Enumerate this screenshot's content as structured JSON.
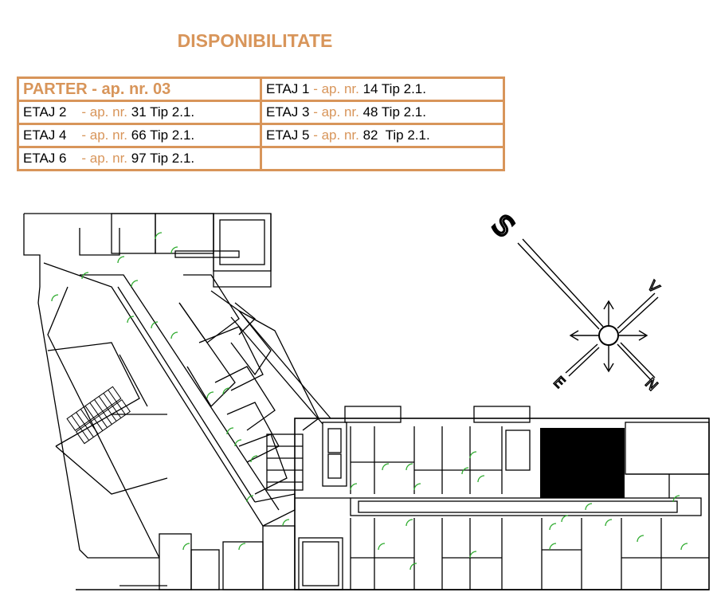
{
  "title": "DISPONIBILITATE",
  "rows": [
    [
      {
        "floor": "PARTER",
        "sep": " - ap. nr. 03",
        "num": "",
        "type": ""
      },
      {
        "floor": "ETAJ 1",
        "sep": " - ap. nr. ",
        "num": "14",
        "type": " Tip 2.1."
      }
    ],
    [
      {
        "floor": "ETAJ  2",
        "sep": "    - ap. nr. ",
        "num": "31",
        "type": " Tip 2.1."
      },
      {
        "floor": "ETAJ 3",
        "sep": " - ap. nr. ",
        "num": "48",
        "type": " Tip 2.1."
      }
    ],
    [
      {
        "floor": "ETAJ  4",
        "sep": "    - ap. nr. ",
        "num": "66",
        "type": " Tip 2.1."
      },
      {
        "floor": "ETAJ 5",
        "sep": " - ap. nr. ",
        "num": "82",
        "type": "  Tip 2.1."
      }
    ],
    [
      {
        "floor": "ETAJ  6",
        "sep": "    - ap. nr. ",
        "num": "97",
        "type": " Tip 2.1."
      },
      {
        "floor": "",
        "sep": "",
        "num": "",
        "type": ""
      }
    ]
  ],
  "compass": {
    "south": "S",
    "west": "V",
    "east": "E",
    "north": "N"
  },
  "colors": {
    "accent": "#d8955a",
    "door": "#2eab2e",
    "highlight": "#000000"
  }
}
